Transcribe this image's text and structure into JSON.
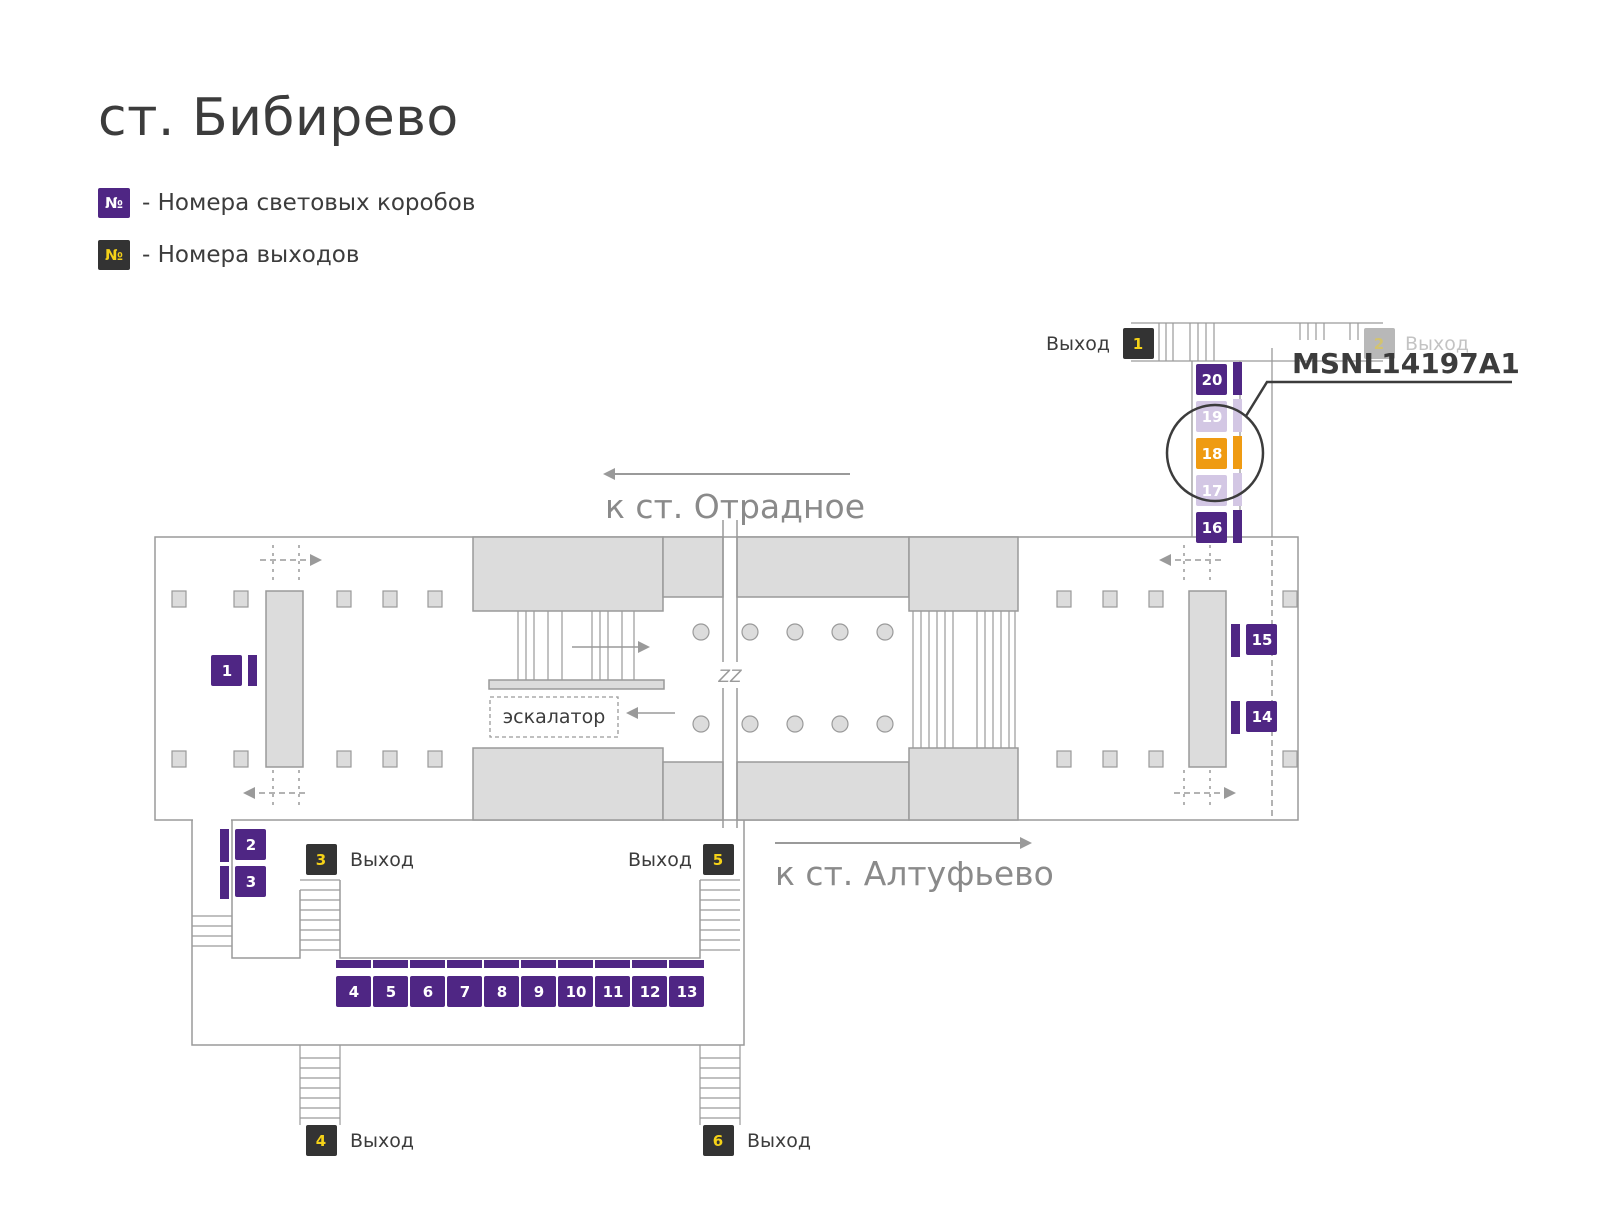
{
  "title": "ст. Бибирево",
  "legend": {
    "box_symbol": "№",
    "box_text": "- Номера световых коробов",
    "exit_symbol": "№",
    "exit_text": "- Номера выходов"
  },
  "colors": {
    "lightbox": "#4f2684",
    "lightbox_faded": "#d3c7e4",
    "highlight": "#ef9b12",
    "exit_badge": "#333333",
    "exit_number": "#f5d218",
    "structure": "#9a9a9a",
    "fill": "#dcdcdc"
  },
  "directions": {
    "north": "к ст. Отрадное",
    "south": "к ст. Алтуфьево"
  },
  "escalator_label": "эскалатор",
  "gap_mark": "ZZ",
  "highlight_code": "MSNL14197A1",
  "exit_word": "Выход",
  "exits": [
    {
      "n": "1",
      "label": "Выход"
    },
    {
      "n": "2",
      "label": "Выход"
    },
    {
      "n": "3",
      "label": "Выход"
    },
    {
      "n": "4",
      "label": "Выход"
    },
    {
      "n": "5",
      "label": "Выход"
    },
    {
      "n": "6",
      "label": "Выход"
    }
  ],
  "lightboxes": [
    {
      "n": "1",
      "state": "normal"
    },
    {
      "n": "2",
      "state": "normal"
    },
    {
      "n": "3",
      "state": "normal"
    },
    {
      "n": "4",
      "state": "normal"
    },
    {
      "n": "5",
      "state": "normal"
    },
    {
      "n": "6",
      "state": "normal"
    },
    {
      "n": "7",
      "state": "normal"
    },
    {
      "n": "8",
      "state": "normal"
    },
    {
      "n": "9",
      "state": "normal"
    },
    {
      "n": "10",
      "state": "normal"
    },
    {
      "n": "11",
      "state": "normal"
    },
    {
      "n": "12",
      "state": "normal"
    },
    {
      "n": "13",
      "state": "normal"
    },
    {
      "n": "14",
      "state": "normal"
    },
    {
      "n": "15",
      "state": "normal"
    },
    {
      "n": "16",
      "state": "normal"
    },
    {
      "n": "17",
      "state": "faded"
    },
    {
      "n": "18",
      "state": "highlighted"
    },
    {
      "n": "19",
      "state": "faded"
    },
    {
      "n": "20",
      "state": "normal"
    }
  ]
}
